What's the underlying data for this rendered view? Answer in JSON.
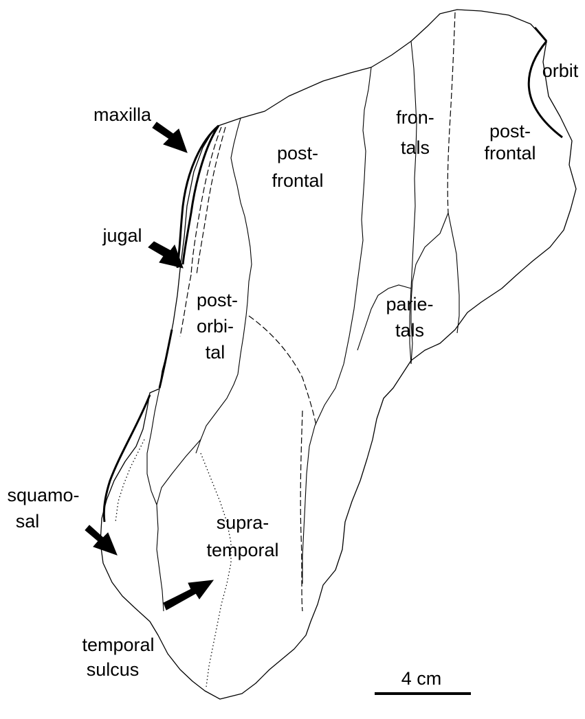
{
  "labels": {
    "orbit": "orbit",
    "postfrontal_right_1": "post-",
    "postfrontal_right_2": "frontal",
    "frontals_1": "fron-",
    "frontals_2": "tals",
    "postfrontal_left_1": "post-",
    "postfrontal_left_2": "frontal",
    "maxilla": "maxilla",
    "jugal": "jugal",
    "postorbital_1": "post-",
    "postorbital_2": "orbi-",
    "postorbital_3": "tal",
    "parietals_1": "parie-",
    "parietals_2": "tals",
    "squamosal_1": "squamo-",
    "squamosal_2": "sal",
    "supratemporal_1": "supra-",
    "supratemporal_2": "temporal",
    "temporal_sulcus_1": "temporal",
    "temporal_sulcus_2": "sulcus"
  },
  "scale_bar": {
    "label": "4 cm"
  }
}
